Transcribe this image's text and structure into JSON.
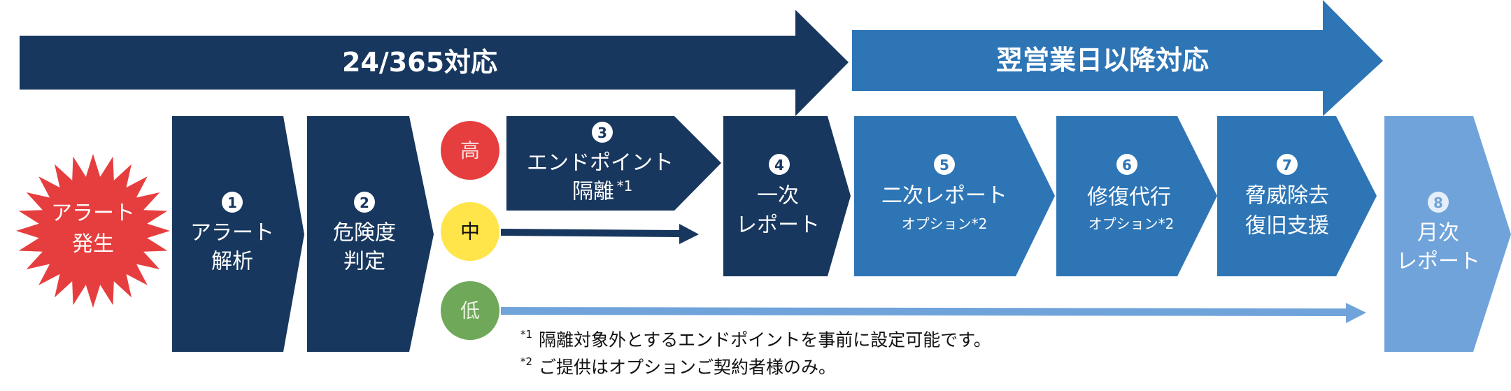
{
  "colors": {
    "navy": "#17375e",
    "blue": "#2e75b6",
    "light_blue": "#6fa3da",
    "red": "#e63e3e",
    "yellow": "#ffe54a",
    "green": "#70a85a"
  },
  "phases": {
    "phase1": "24/365対応",
    "phase2": "翌営業日以降対応"
  },
  "alert": {
    "line1": "アラート",
    "line2": "発生"
  },
  "steps": [
    {
      "num": "1",
      "line1": "アラート",
      "line2": "解析"
    },
    {
      "num": "2",
      "line1": "危険度",
      "line2": "判定"
    },
    {
      "num": "3",
      "line1": "エンドポイント",
      "line2": "隔離",
      "sup": "*1"
    },
    {
      "num": "4",
      "line1": "一次",
      "line2": "レポート"
    },
    {
      "num": "5",
      "line1": "二次レポート",
      "sub": "オプション*2"
    },
    {
      "num": "6",
      "line1": "修復代行",
      "sub": "オプション*2"
    },
    {
      "num": "7",
      "line1": "脅威除去",
      "line2": "復旧支援"
    },
    {
      "num": "8",
      "line1": "月次",
      "line2": "レポート"
    }
  ],
  "levels": {
    "high": "高",
    "mid": "中",
    "low": "低"
  },
  "notes": [
    {
      "mark": "*1",
      "text": "隔離対象外とするエンドポイントを事前に設定可能です。"
    },
    {
      "mark": "*2",
      "text": "ご提供はオプションご契約者様のみ。"
    }
  ]
}
